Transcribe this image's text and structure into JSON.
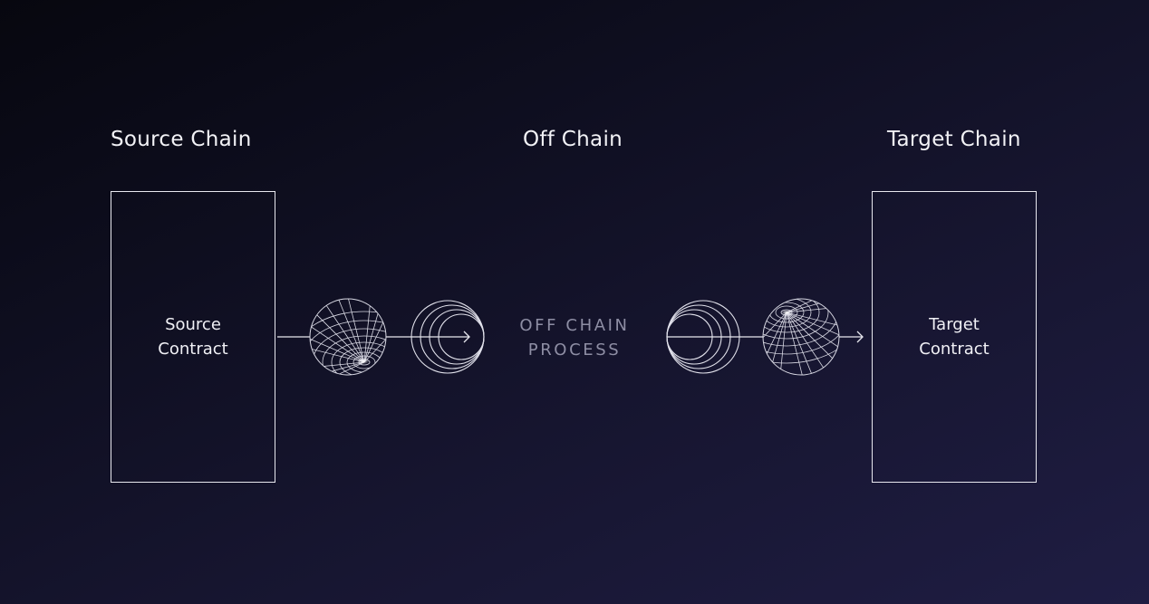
{
  "diagram": {
    "columns": [
      {
        "id": "source",
        "heading": "Source Chain",
        "box_lines": [
          "Source",
          "Contract"
        ]
      },
      {
        "id": "offchain",
        "heading": "Off Chain",
        "process_lines": [
          "OFF CHAIN",
          "PROCESS"
        ]
      },
      {
        "id": "target",
        "heading": "Target Chain",
        "box_lines": [
          "Target",
          "Contract"
        ]
      }
    ],
    "flow": [
      "source-contract",
      "wireframe-globe-icon",
      "concentric-rings-icon",
      "off-chain-process",
      "concentric-rings-icon",
      "wireframe-globe-icon",
      "target-contract"
    ],
    "colors": {
      "background_start": "#07070f",
      "background_end": "#1f1d43",
      "stroke": "#e8e8ef",
      "process_text": "#8e8ea4"
    }
  }
}
